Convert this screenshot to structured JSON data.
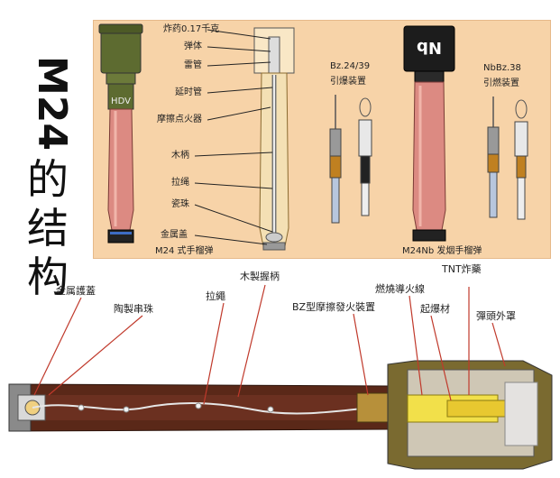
{
  "title": {
    "m24": "M24",
    "line2": "的",
    "line3": "结",
    "line4": "构"
  },
  "top_panel": {
    "bottle_letters": "HDV",
    "nb_cap": "Nb",
    "inner_labels": {
      "charge": "炸药0.17千克",
      "spring": "弹体",
      "detonator": "雷管",
      "delay_tube": "延时管",
      "friction_igniter": "摩擦点火器",
      "handle": "木柄",
      "pull_cord": "拉绳",
      "porcelain_bead": "瓷珠",
      "metal_cap": "金属盖"
    },
    "bz_title": "Bz.24/39",
    "bz_sub": "引爆装置",
    "nbbz_title": "NbBz.38",
    "nbbz_sub": "引燃装置",
    "caption_left": "M24 式手榴弹",
    "caption_right": "M24Nb 发烟手榴弹"
  },
  "bottom_labels": {
    "metal_cover": "金属護蓋",
    "ceramic_bead": "陶製串珠",
    "pull_cord": "拉繩",
    "wooden_handle": "木製握柄",
    "bz_igniter": "BZ型摩擦發火裝置",
    "fuse": "燃燒導火線",
    "booster": "起爆材",
    "tnt": "TNT炸藥",
    "shell": "彈頭外罩"
  },
  "colors": {
    "panel_bg": "#f7d3a8",
    "olive_cap": "#5d6b30",
    "pink_body": "#dc8a82",
    "dark_cap": "#1c1c1c",
    "cutaway_brown": "#5a2818",
    "cutaway_olive": "#7a6a30",
    "tnt_yellow": "#f2e04a",
    "leader_red": "#c0392b"
  }
}
